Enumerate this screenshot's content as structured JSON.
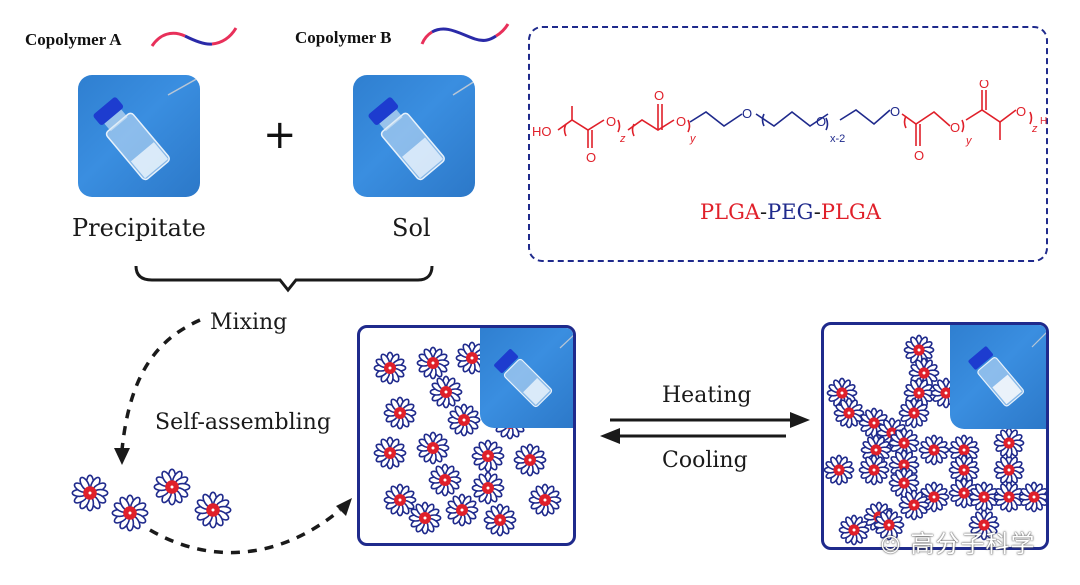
{
  "copolymers": {
    "a_label": "Copolymer A",
    "b_label": "Copolymer B",
    "a_segments": [
      "red",
      "blue",
      "red"
    ],
    "b_segments": [
      "red",
      "blue",
      "red"
    ]
  },
  "vials": {
    "precipitate_label": "Precipitate",
    "sol_label": "Sol",
    "plus_sign": "+"
  },
  "formula": {
    "end_group_left": "HO",
    "end_group_right": "H",
    "subscripts": {
      "z_left": "z",
      "y_left": "y",
      "x": "x-2",
      "y_right": "y",
      "z_right": "z"
    },
    "atom_o": "O",
    "title_parts": [
      {
        "text": "PLGA",
        "color": "#e0202a"
      },
      {
        "text": "-",
        "color": "#1a1a1a"
      },
      {
        "text": "PEG",
        "color": "#1f2a8c"
      },
      {
        "text": "-",
        "color": "#1a1a1a"
      },
      {
        "text": "PLGA",
        "color": "#e0202a"
      }
    ]
  },
  "process": {
    "mixing_label": "Mixing",
    "self_assembling_label": "Self-assembling",
    "heating_label": "Heating",
    "cooling_label": "Cooling"
  },
  "colors": {
    "plga": "#e0202a",
    "peg": "#1f2a8c",
    "photo_bg": "#3a8ee0",
    "box_border": "#1f2a8c"
  },
  "watermark": {
    "text": "高分子科学",
    "icon": "wechat-icon"
  }
}
